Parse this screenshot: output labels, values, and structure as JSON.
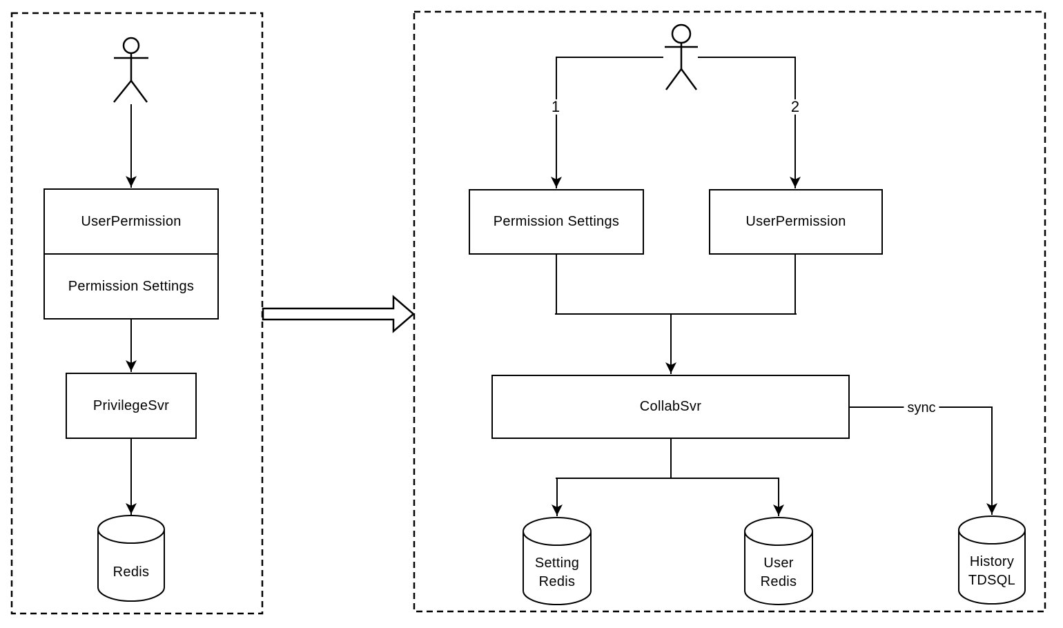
{
  "colors": {
    "stroke": "#000000",
    "background": "#ffffff"
  },
  "left_panel": {
    "stacked_box": {
      "top": "UserPermission",
      "bottom": "Permission Settings"
    },
    "server_box": "PrivilegeSvr",
    "db": {
      "line1": "Redis"
    }
  },
  "right_panel": {
    "edge_labels": {
      "one": "1",
      "two": "2",
      "sync": "sync"
    },
    "settings_box": "Permission Settings",
    "user_permission_box": "UserPermission",
    "collab_box": "CollabSvr",
    "setting_redis_db": {
      "line1": "Setting",
      "line2": "Redis"
    },
    "user_redis_db": {
      "line1": "User",
      "line2": "Redis"
    },
    "history_db": {
      "line1": "History",
      "line2": "TDSQL"
    }
  }
}
